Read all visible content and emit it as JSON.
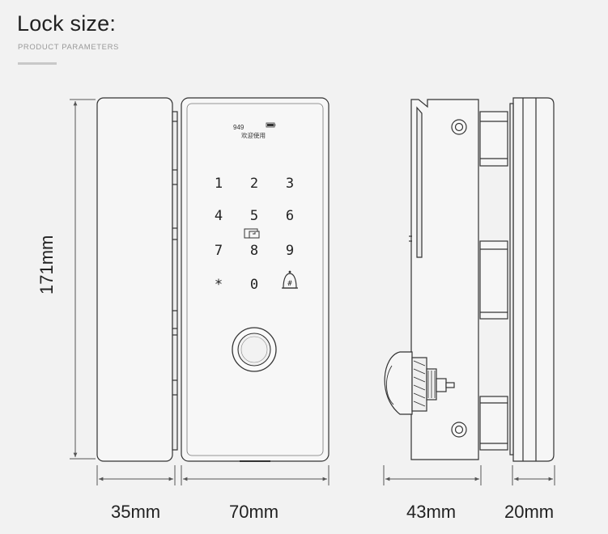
{
  "header": {
    "title": "Lock size:",
    "subtitle": "PRODUCT PARAMETERS"
  },
  "display": {
    "code": "949",
    "welcome": "欢迎使用"
  },
  "keypad": {
    "keys": [
      "1",
      "2",
      "3",
      "4",
      "5",
      "6",
      "7",
      "8",
      "9",
      "*",
      "0",
      "#"
    ]
  },
  "dimensions": {
    "height": "171mm",
    "width_handle": "35mm",
    "width_body": "70mm",
    "depth_body": "43mm",
    "depth_plate": "20mm"
  },
  "colors": {
    "background": "#f2f2f2",
    "line": "#333333",
    "dim_line": "#555555"
  }
}
